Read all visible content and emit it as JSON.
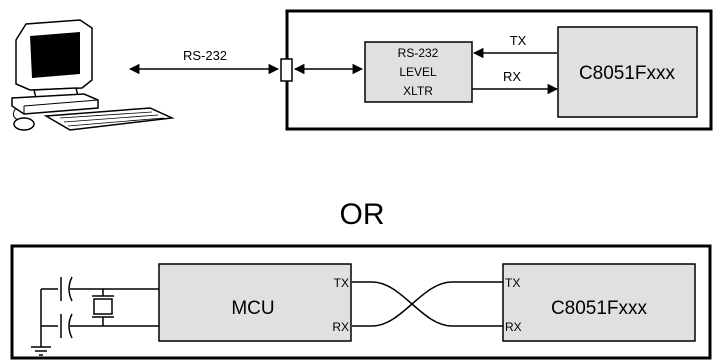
{
  "top": {
    "cable_label": "RS-232",
    "level_translator": [
      "RS-232",
      "LEVEL",
      "XLTR"
    ],
    "mcu_label": "C8051Fxxx",
    "tx_label": "TX",
    "rx_label": "RX"
  },
  "separator": "OR",
  "bottom": {
    "mcu_left": "MCU",
    "mcu_right": "C8051Fxxx",
    "left_tx": "TX",
    "left_rx": "RX",
    "right_tx": "TX",
    "right_rx": "RX"
  }
}
